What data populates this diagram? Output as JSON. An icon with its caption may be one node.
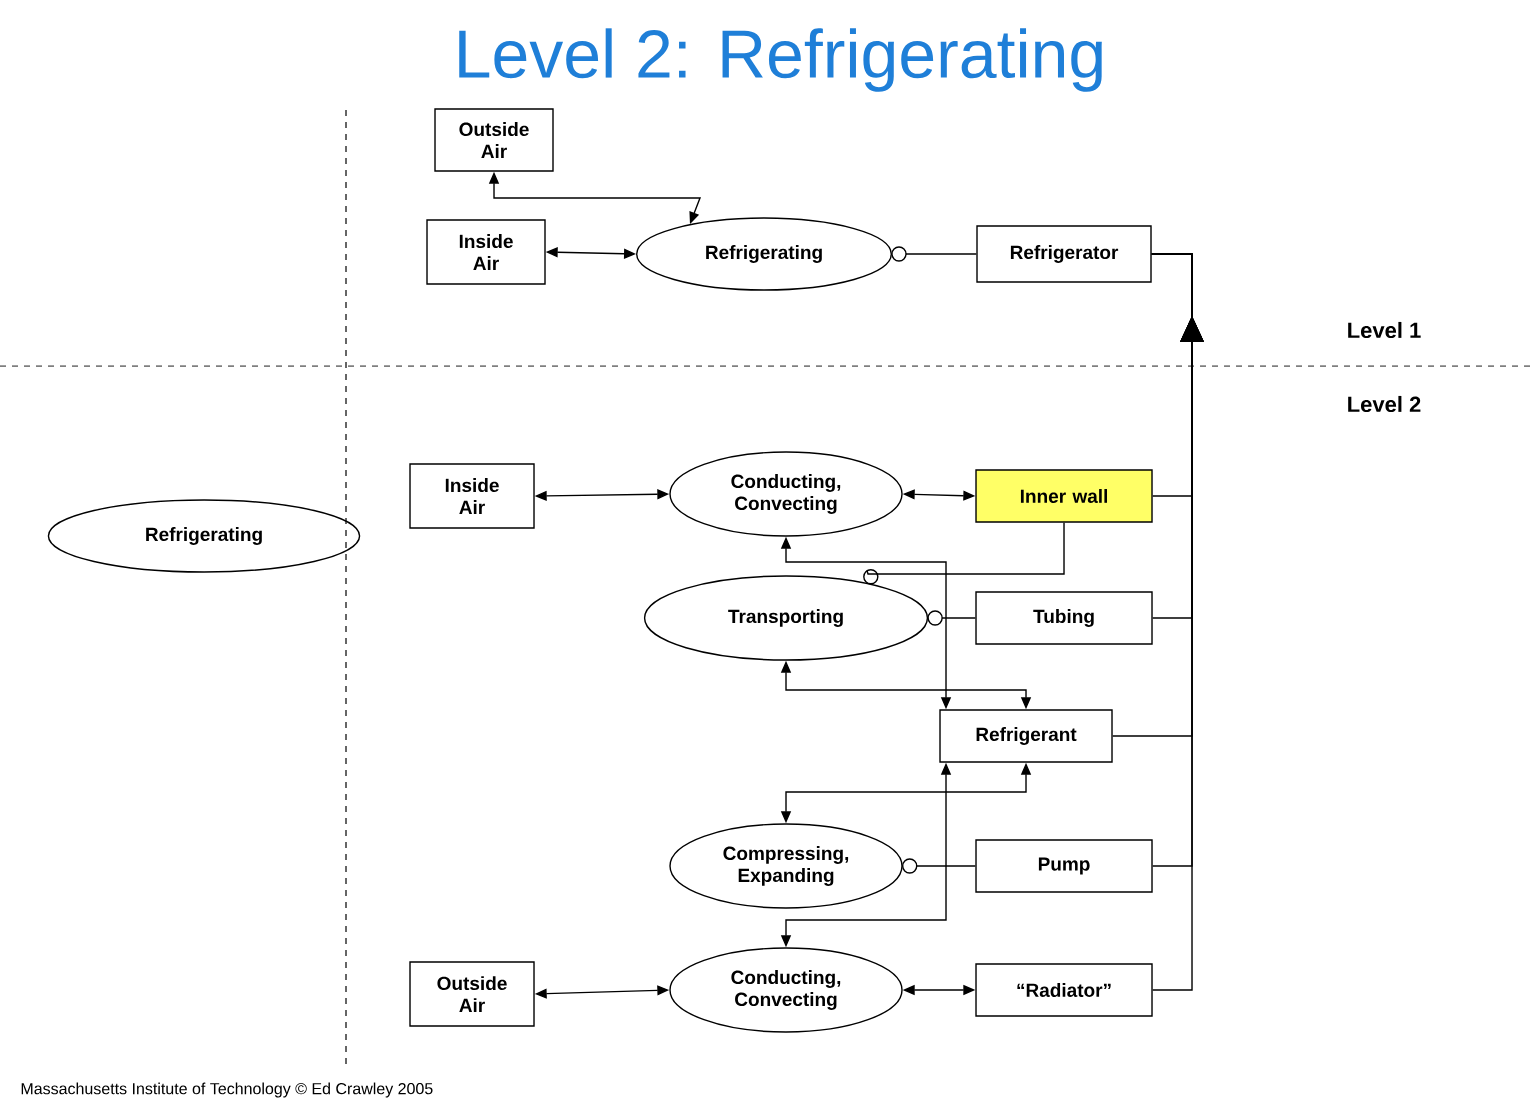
{
  "diagram": {
    "title": "Level 2: Refrigerating",
    "nodes": [
      {
        "text": [
          "Outside Air"
        ]
      },
      {
        "text": [
          "Inside Air"
        ]
      },
      {
        "text": [
          "Refrigerating"
        ]
      },
      {
        "text": [
          "Refrigerator"
        ]
      },
      {
        "text": [
          "Refrigerating"
        ]
      },
      {
        "text": [
          "Inside Air"
        ]
      },
      {
        "text": [
          "Conducting, Convecting"
        ]
      },
      {
        "text": [
          "Inner wall"
        ]
      },
      {
        "text": [
          "Transporting"
        ]
      },
      {
        "text": [
          "Tubing"
        ]
      },
      {
        "text": [
          "Refrigerant"
        ]
      },
      {
        "text": [
          "Compressing, Expanding"
        ]
      },
      {
        "text": [
          "Pump"
        ]
      },
      {
        "text": [
          "Outside Air"
        ]
      },
      {
        "text": [
          "Conducting, Convecting"
        ]
      },
      {
        "text": [
          "“Radiator”"
        ]
      }
    ],
    "edges": [
      {
        "from": 0,
        "to": 2,
        "arrow": "both"
      },
      {
        "from": 1,
        "to": 2,
        "arrow": "both"
      },
      {
        "from": 2,
        "to": 3,
        "arrow": "other"
      },
      {
        "from": 7,
        "to": 3,
        "arrow": "to"
      },
      {
        "from": 9,
        "to": 3,
        "arrow": "to"
      },
      {
        "from": 10,
        "to": 3,
        "arrow": "to"
      },
      {
        "from": 12,
        "to": 3,
        "arrow": "to"
      },
      {
        "from": 15,
        "to": 3,
        "arrow": "to"
      },
      {
        "from": 5,
        "to": 6,
        "arrow": "both"
      },
      {
        "from": 6,
        "to": 7,
        "arrow": "both"
      },
      {
        "from": 8,
        "to": 7,
        "arrow": "other"
      },
      {
        "from": 8,
        "to": 9,
        "arrow": "other"
      },
      {
        "from": 6,
        "to": 10,
        "arrow": "both"
      },
      {
        "from": 8,
        "to": 10,
        "arrow": "both"
      },
      {
        "from": 11,
        "to": 10,
        "arrow": "both"
      },
      {
        "from": 14,
        "to": 10,
        "arrow": "both"
      },
      {
        "from": 11,
        "to": 12,
        "arrow": "other"
      },
      {
        "from": 13,
        "to": 14,
        "arrow": "both"
      },
      {
        "from": 14,
        "to": 15,
        "arrow": "both"
      }
    ],
    "labels": [
      "Level 1",
      "Level 2",
      "Massachusetts Institute of Technology  © Ed Crawley 2005"
    ]
  }
}
